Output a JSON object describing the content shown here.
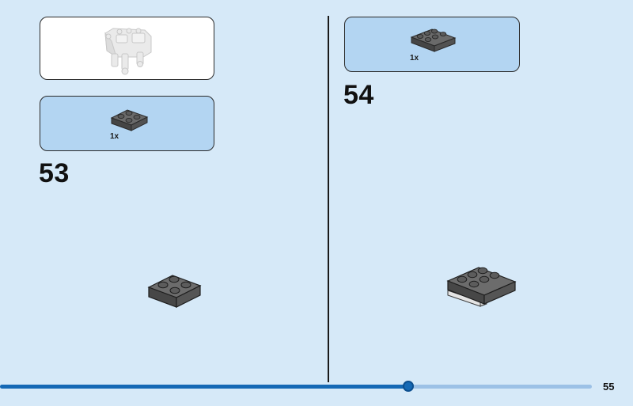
{
  "left": {
    "parts_callout": {
      "quantity": "1x",
      "part": "dark-gray-2x2-plate"
    },
    "step_number": "53"
  },
  "right": {
    "parts_callout": {
      "quantity": "1x",
      "part": "dark-gray-2x3-plate"
    },
    "step_number": "54"
  },
  "progress": {
    "fraction": 0.69
  },
  "page_number": "55",
  "colors": {
    "background": "#d6e9f8",
    "callout": "#b3d5f2",
    "accent": "#1569b5",
    "brick": "#5e5e5e"
  }
}
